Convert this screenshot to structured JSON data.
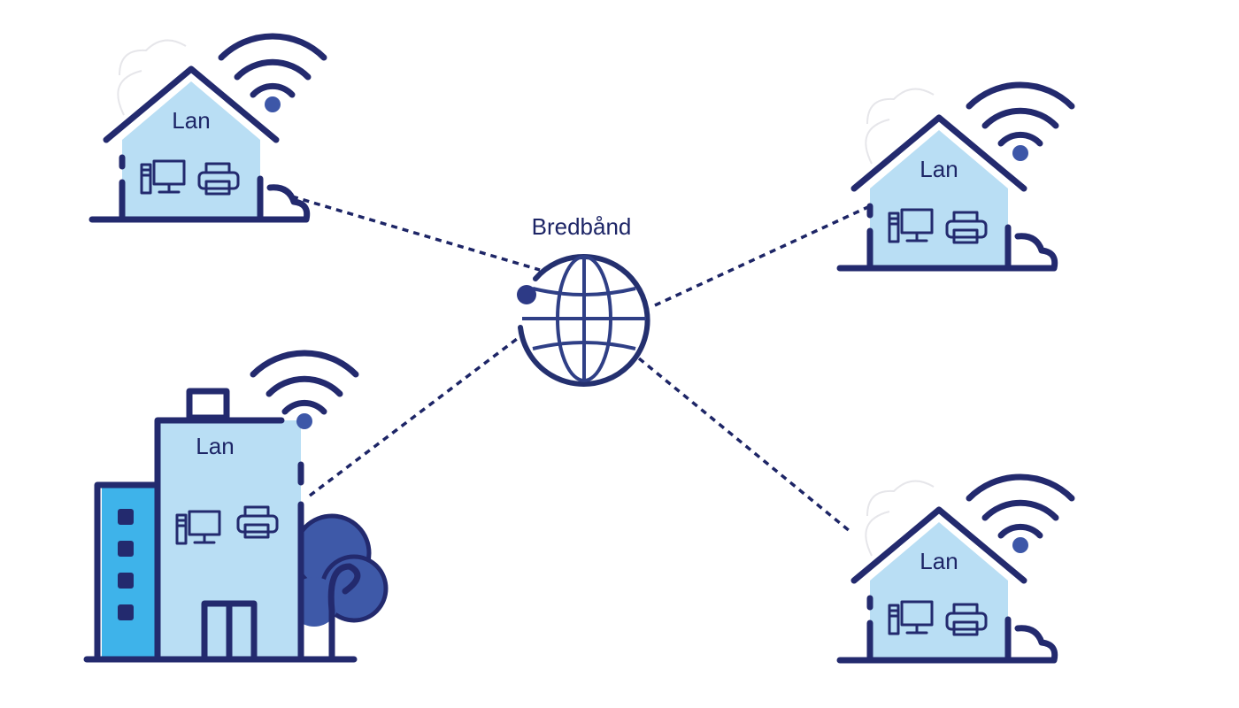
{
  "center": {
    "label": "Bredbånd",
    "icon": "globe-icon"
  },
  "nodes": [
    {
      "id": "house-top-left",
      "kind": "house",
      "label": "Lan"
    },
    {
      "id": "house-top-right",
      "kind": "house",
      "label": "Lan"
    },
    {
      "id": "office-bottom-left",
      "kind": "building",
      "label": "Lan"
    },
    {
      "id": "house-bottom-right",
      "kind": "house",
      "label": "Lan"
    }
  ],
  "devices": [
    "computer-icon",
    "printer-icon"
  ],
  "colors": {
    "navy": "#232a6e",
    "house_fill": "#b9def4",
    "building_side": "#3eb3ea",
    "tree": "#3e59a8",
    "wifi_dot": "#3d57a8",
    "link": "#1d2566"
  }
}
